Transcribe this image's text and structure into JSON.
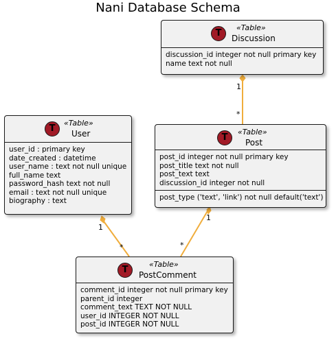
{
  "diagram": {
    "title": "Nani Database Schema",
    "tables": {
      "discussion": {
        "icon": "T",
        "stereotype": "«Table»",
        "name": "Discussion",
        "fields": [
          "discussion_id integer not null primary key",
          "name text not null"
        ]
      },
      "user": {
        "icon": "T",
        "stereotype": "«Table»",
        "name": "User",
        "fields": [
          "user_id : primary key",
          "date_created : datetime",
          "user_name : text not null unique",
          "full_name text",
          "password_hash text not null",
          "email : text not null unique",
          "biography : text"
        ]
      },
      "post": {
        "icon": "T",
        "stereotype": "«Table»",
        "name": "Post",
        "fields": [
          "post_id integer not null primary key",
          "post_title text not null",
          "post_text text",
          "discussion_id integer not null"
        ],
        "methods": [
          "post_type ('text', 'link') not null default('text')"
        ]
      },
      "postcomment": {
        "icon": "T",
        "stereotype": "«Table»",
        "name": "PostComment",
        "fields": [
          "comment_id integer not null primary key",
          "parent_id integer",
          "comment_text TEXT NOT NULL",
          "user_id INTEGER NOT NULL",
          "post_id INTEGER NOT NULL"
        ]
      }
    },
    "relations": {
      "discussion_post": {
        "from_mult": "1",
        "to_mult": "*"
      },
      "user_postcomment": {
        "from_mult": "1",
        "to_mult": "*"
      },
      "post_postcomment": {
        "from_mult": "1",
        "to_mult": "*"
      }
    },
    "colors": {
      "link": "#f0ad3c",
      "icon_bg": "#a11a26",
      "box_bg": "#f1f1f1",
      "border": "#181818"
    }
  }
}
